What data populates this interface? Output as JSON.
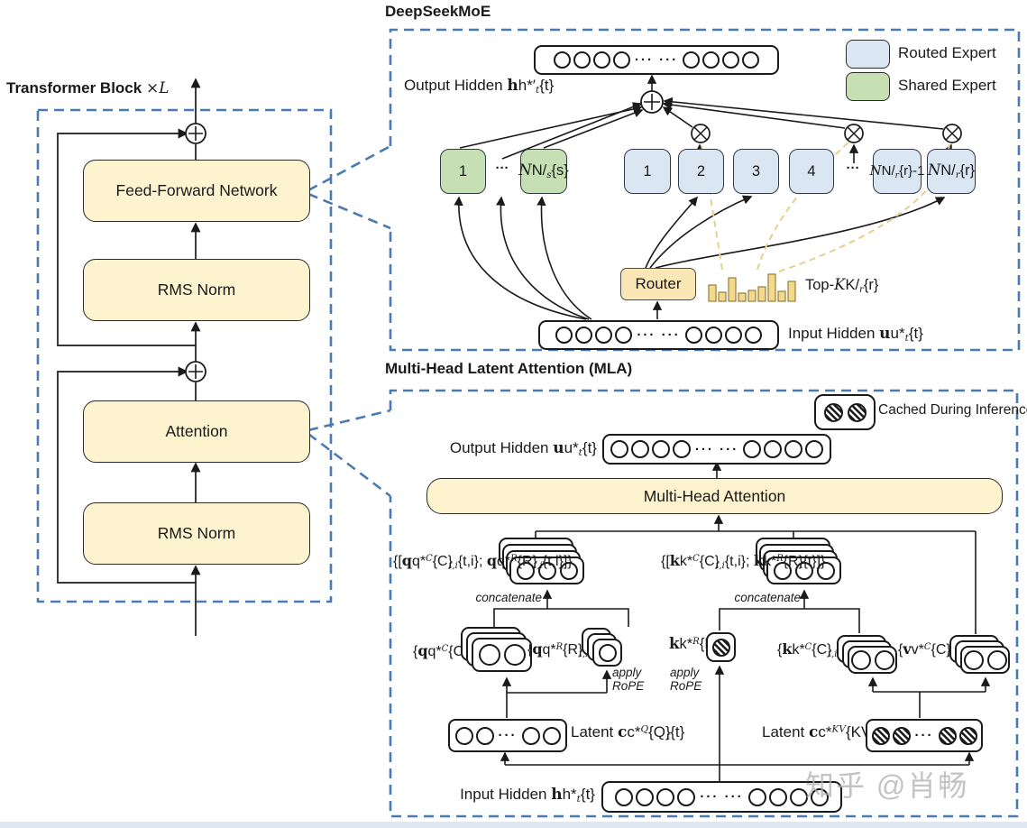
{
  "left_panel": {
    "title": "Transformer Block",
    "title_mult": "×L",
    "ffn": "Feed-Forward Network",
    "rms_top": "RMS Norm",
    "attention": "Attention",
    "rms_bottom": "RMS Norm"
  },
  "moe": {
    "title": "DeepSeekMoE",
    "legend": [
      {
        "label": "Routed Expert",
        "color": "#dbe6f3"
      },
      {
        "label": "Shared Expert",
        "color": "#c6e0b4"
      }
    ],
    "output_label": "Output Hidden *h*′_{t}",
    "input_label": "Input Hidden *u*_{t}",
    "router_label": "Router",
    "topk_label": "Top-/K/_{r}",
    "bar_dots": "··· ···",
    "dots": "···",
    "shared_experts": [
      "1",
      "···",
      "/N/_{s}"
    ],
    "routed_experts": [
      "1",
      "2",
      "3",
      "4",
      "···",
      "/N/_{r}-1",
      "/N/_{r}"
    ],
    "histogram_heights": [
      18,
      10,
      26,
      9,
      12,
      16,
      30,
      11,
      22
    ]
  },
  "mla": {
    "title": "Multi-Head Latent Attention (MLA)",
    "cache_legend": "Cached During Inference",
    "output_label": "Output Hidden *u*_{t}",
    "mha_label": "Multi-Head Attention",
    "q_concat": "{[*q*^{C}_{t,i}; *q*^{R}_{t,i}]}",
    "k_concat": "{[*k*^{C}_{t,i}; *k*^{R}_{t}]}",
    "concatenate": "concatenate",
    "apply_rope": "apply\nRoPE",
    "q_c": "{*q*^{C}_{t,i}}",
    "q_r": "{*q*^{R}_{t,i}}",
    "k_r": "*k*^{R}_{t}",
    "k_c": "{*k*^{C}_{t,i}}",
    "v_c": "{*v*^{C}_{t,i}}",
    "latent_q": "Latent *c*^{Q}_{t}",
    "latent_kv": "Latent *c*^{KV}_{t}",
    "input_label": "Input Hidden *h*_{t}",
    "bar_dots": "··· ···",
    "dots": "···"
  },
  "watermark": "知乎 @肖畅",
  "colors": {
    "routed_expert": "#dbe6f3",
    "shared_expert": "#c6e0b4",
    "block_fill": "#fdf3cf",
    "router_fill": "#fbe7b5",
    "dashed_border": "#4a7ab0",
    "topk_dashed": "#e7cf8e",
    "histogram_fill": "#f3d98b"
  },
  "icons": {
    "sum": "circle-plus",
    "scale": "circle-times",
    "cached": "hatched-circle"
  }
}
